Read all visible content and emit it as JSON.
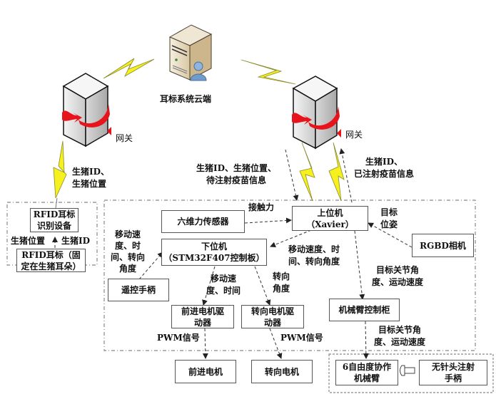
{
  "cloud": {
    "label": "耳标系统云端",
    "icon": "cloud-server-icon"
  },
  "gateways": [
    {
      "label": "网关",
      "icon": "gateway-icon"
    },
    {
      "label": "网关",
      "icon": "gateway-icon"
    }
  ],
  "rfid_group": {
    "reader": "RFID耳标\n识别设备",
    "tag": "RFID耳标（固\n定在生猪耳朵）",
    "label_left": "生猪位置",
    "label_right": "生猪ID",
    "uplink_label": "生猪ID、\n生猪位置"
  },
  "downlink_label": "生猪ID、生猪位置、\n待注射疫苗信息",
  "uplink_label_right": "生猪ID、\n已注射疫苗信息",
  "robot_group": {
    "force_sensor": "六维力传感器",
    "contact_force_label": "接触力",
    "upper_computer": "上位机\n（Xavier）",
    "target_pose_label": "目标\n位姿",
    "rgbd_camera": "RGBD相机",
    "lower_computer": "下位机\n（STM32F407控制板）",
    "upper_to_lower_label": "移动速度、时\n间、转向角度",
    "remote_label": "移动速\n度、时\n间、转向\n角度",
    "remote": "遥控手柄",
    "forward_driver": "前进电机驱\n动器",
    "turn_driver": "转向电机驱\n动器",
    "forward_driver_label": "移动速\n度、时间",
    "turn_driver_label": "转向\n角度",
    "arm_cabinet": "机械臂控制柜",
    "arm_cabinet_label": "目标关节角\n度、运动速度",
    "pwm_label_1": "PWM信号",
    "pwm_label_2": "PWM信号",
    "arm_output_label": "目标关节角\n度、运动速度"
  },
  "outputs": {
    "forward_motor": "前进电机",
    "turn_motor": "转向电机",
    "arm": "6自由度协作\n机械臂",
    "injector": "无针头注射\n手柄",
    "connector_icon": "bolt-connector-icon"
  },
  "colors": {
    "lightning": "#f5f01e",
    "gateway_arrow": "#e8141c",
    "cloud_body": "#e6d8bd",
    "user": "#6f9ccc"
  }
}
